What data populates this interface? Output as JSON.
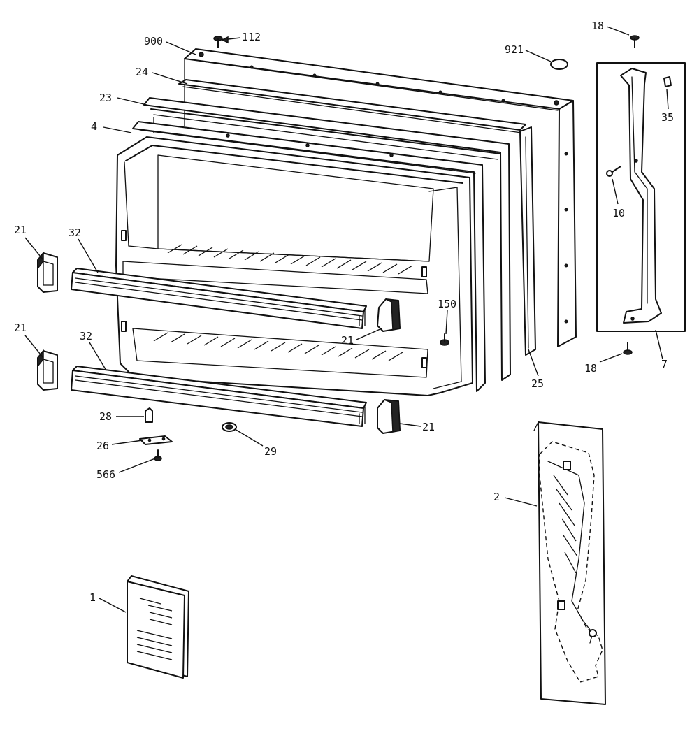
{
  "diagram": {
    "type": "exploded-parts-view",
    "callouts": [
      {
        "id": "c-900",
        "text": "900"
      },
      {
        "id": "c-112",
        "text": "112"
      },
      {
        "id": "c-24",
        "text": "24"
      },
      {
        "id": "c-23",
        "text": "23"
      },
      {
        "id": "c-4",
        "text": "4"
      },
      {
        "id": "c-921",
        "text": "921"
      },
      {
        "id": "c-18-top",
        "text": "18"
      },
      {
        "id": "c-35",
        "text": "35"
      },
      {
        "id": "c-10",
        "text": "10"
      },
      {
        "id": "c-7",
        "text": "7"
      },
      {
        "id": "c-18-bottom",
        "text": "18"
      },
      {
        "id": "c-21-a",
        "text": "21"
      },
      {
        "id": "c-32-a",
        "text": "32"
      },
      {
        "id": "c-21-b",
        "text": "21"
      },
      {
        "id": "c-32-b",
        "text": "32"
      },
      {
        "id": "c-21-c",
        "text": "21"
      },
      {
        "id": "c-150",
        "text": "150"
      },
      {
        "id": "c-21-d",
        "text": "21"
      },
      {
        "id": "c-25",
        "text": "25"
      },
      {
        "id": "c-28",
        "text": "28"
      },
      {
        "id": "c-26",
        "text": "26"
      },
      {
        "id": "c-29",
        "text": "29"
      },
      {
        "id": "c-566",
        "text": "566"
      },
      {
        "id": "c-2",
        "text": "2"
      },
      {
        "id": "c-1",
        "text": "1"
      }
    ]
  }
}
